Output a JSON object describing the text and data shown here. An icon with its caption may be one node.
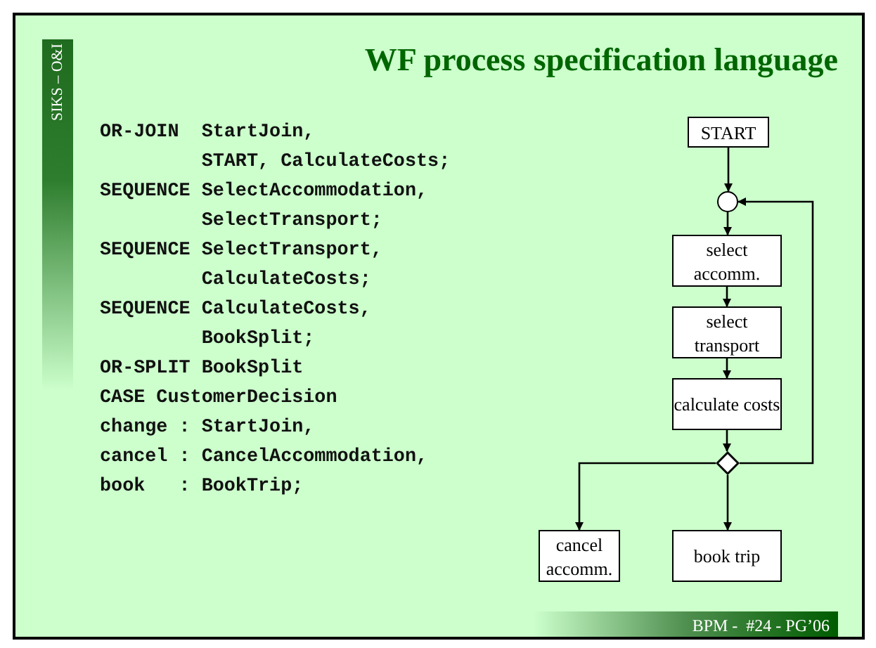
{
  "diagram": {
    "title": "WF process specification language",
    "nodes": [
      {
        "text": [
          "START"
        ]
      },
      {
        "text": [],
        "shape": "circle"
      },
      {
        "text": [
          "select accomm."
        ]
      },
      {
        "text": [
          "select transport"
        ]
      },
      {
        "text": [
          "calculate costs"
        ]
      },
      {
        "text": [],
        "shape": "diamond"
      },
      {
        "text": [
          "cancel accomm."
        ]
      },
      {
        "text": [
          "book trip"
        ]
      }
    ],
    "edges": [
      {
        "from": 0,
        "to": 1,
        "arrow": "to"
      },
      {
        "from": 1,
        "to": 2,
        "arrow": "to"
      },
      {
        "from": 2,
        "to": 3,
        "arrow": "to"
      },
      {
        "from": 3,
        "to": 4,
        "arrow": "to"
      },
      {
        "from": 4,
        "to": 5,
        "arrow": "to"
      },
      {
        "from": 5,
        "to": 1,
        "arrow": "to"
      },
      {
        "from": 5,
        "to": 6,
        "arrow": "to"
      },
      {
        "from": 5,
        "to": 7,
        "arrow": "to"
      }
    ],
    "labels": [
      "SIKS – O&I",
      "OR-JOIN  StartJoin,",
      "         START, CalculateCosts;",
      "SEQUENCE SelectAccommodation,",
      "         SelectTransport;",
      "SEQUENCE SelectTransport,",
      "         CalculateCosts;",
      "SEQUENCE CalculateCosts,",
      "         BookSplit;",
      "OR-SPLIT BookSplit",
      "CASE CustomerDecision",
      "change : StartJoin,",
      "cancel : CancelAccommodation,",
      "book   : BookTrip;",
      "BPM -  #24 - PG’06"
    ]
  }
}
